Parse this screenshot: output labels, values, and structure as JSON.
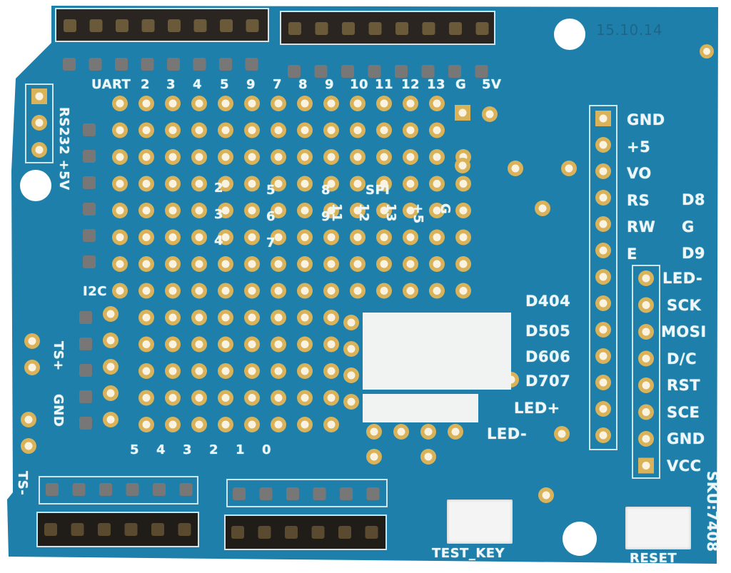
{
  "board": {
    "color": "#1e7fab",
    "pad_color": "#d9b25a",
    "date_code": "15.10.14",
    "sku": "SKU:7408"
  },
  "labels": {
    "top_pins": [
      "UART",
      "2",
      "3",
      "4",
      "5",
      "9",
      "7",
      "8",
      "9",
      "10",
      "11",
      "12",
      "13",
      "G",
      "5V"
    ],
    "rs232": "RS232 +5V",
    "inner_a": [
      "2",
      "3",
      "4"
    ],
    "inner_b": [
      "5",
      "6",
      "7"
    ],
    "inner_c": [
      "8",
      "9"
    ],
    "spi": "SPI",
    "spi_pins": [
      "11",
      "12",
      "13",
      "+5",
      "G"
    ],
    "i2c": "I2C",
    "ts_plus": "TS+",
    "gnd_left": "GND",
    "ts_minus": "TS-",
    "bottom_pins": [
      "5",
      "4",
      "3",
      "2",
      "1",
      "0"
    ],
    "lcd_pins": [
      "GND",
      "+5",
      "VO",
      "RS",
      "RW",
      "E"
    ],
    "d_pins": [
      "D8",
      "G",
      "D9"
    ],
    "nokia_pins": [
      "LED-",
      "SCK",
      "MOSI",
      "D/C",
      "RST",
      "SCE",
      "GND",
      "VCC"
    ],
    "led_pins": [
      "D404",
      "D505",
      "D606",
      "D707",
      "LED+",
      "LED-"
    ],
    "test_key": "TEST_KEY",
    "reset": "RESET"
  }
}
